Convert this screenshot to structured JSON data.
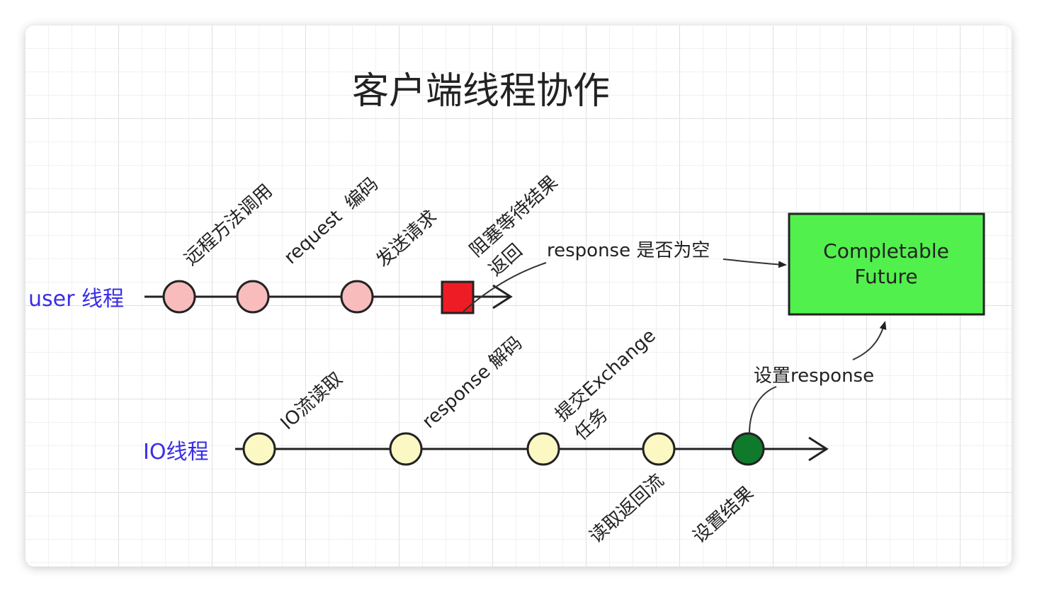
{
  "title": "客户端线程协作",
  "lanes": {
    "user": "user 线程",
    "io": "IO线程"
  },
  "user_steps": [
    "远程方法调用",
    "request  编码",
    "发送请求",
    "阻塞等待结果",
    "返回"
  ],
  "io_steps": {
    "top": [
      "IO流读取",
      "response 解码",
      "提交Exchange",
      "任务"
    ],
    "bottom": [
      "读取返回流",
      "设置结果"
    ]
  },
  "connectors": {
    "null_check": "response 是否为空",
    "set_response": "设置response"
  },
  "future": {
    "line1": "Completable",
    "line2": "Future"
  },
  "colors": {
    "user_node": "#f8bcbc",
    "block_node": "#ee1c24",
    "io_node": "#fbf8c4",
    "done_node": "#0f7a2c",
    "future_box": "#52f04d",
    "lane_text": "#3a2ee6"
  }
}
